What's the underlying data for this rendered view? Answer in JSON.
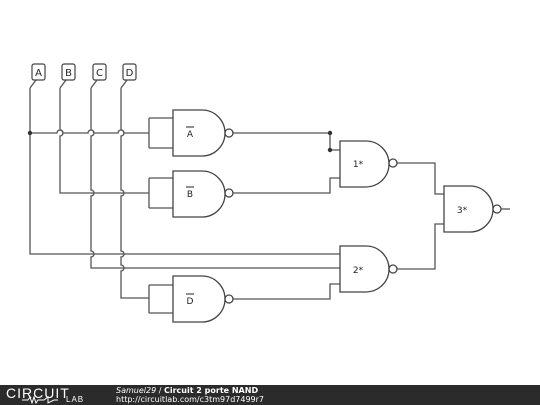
{
  "inputs": [
    "A",
    "B",
    "C",
    "D"
  ],
  "gates": {
    "not_a": "A",
    "not_b": "B",
    "not_d": "D",
    "gate1": "1*",
    "gate2": "2*",
    "gate3": "3*"
  },
  "footer": {
    "logo_main": "CIRCUIT",
    "logo_sub": "LAB",
    "author": "Samuel29",
    "separator": " / ",
    "title": "Circuit 2 porte NAND",
    "url": "http://circuitlab.com/c3tm97d7499r7"
  }
}
